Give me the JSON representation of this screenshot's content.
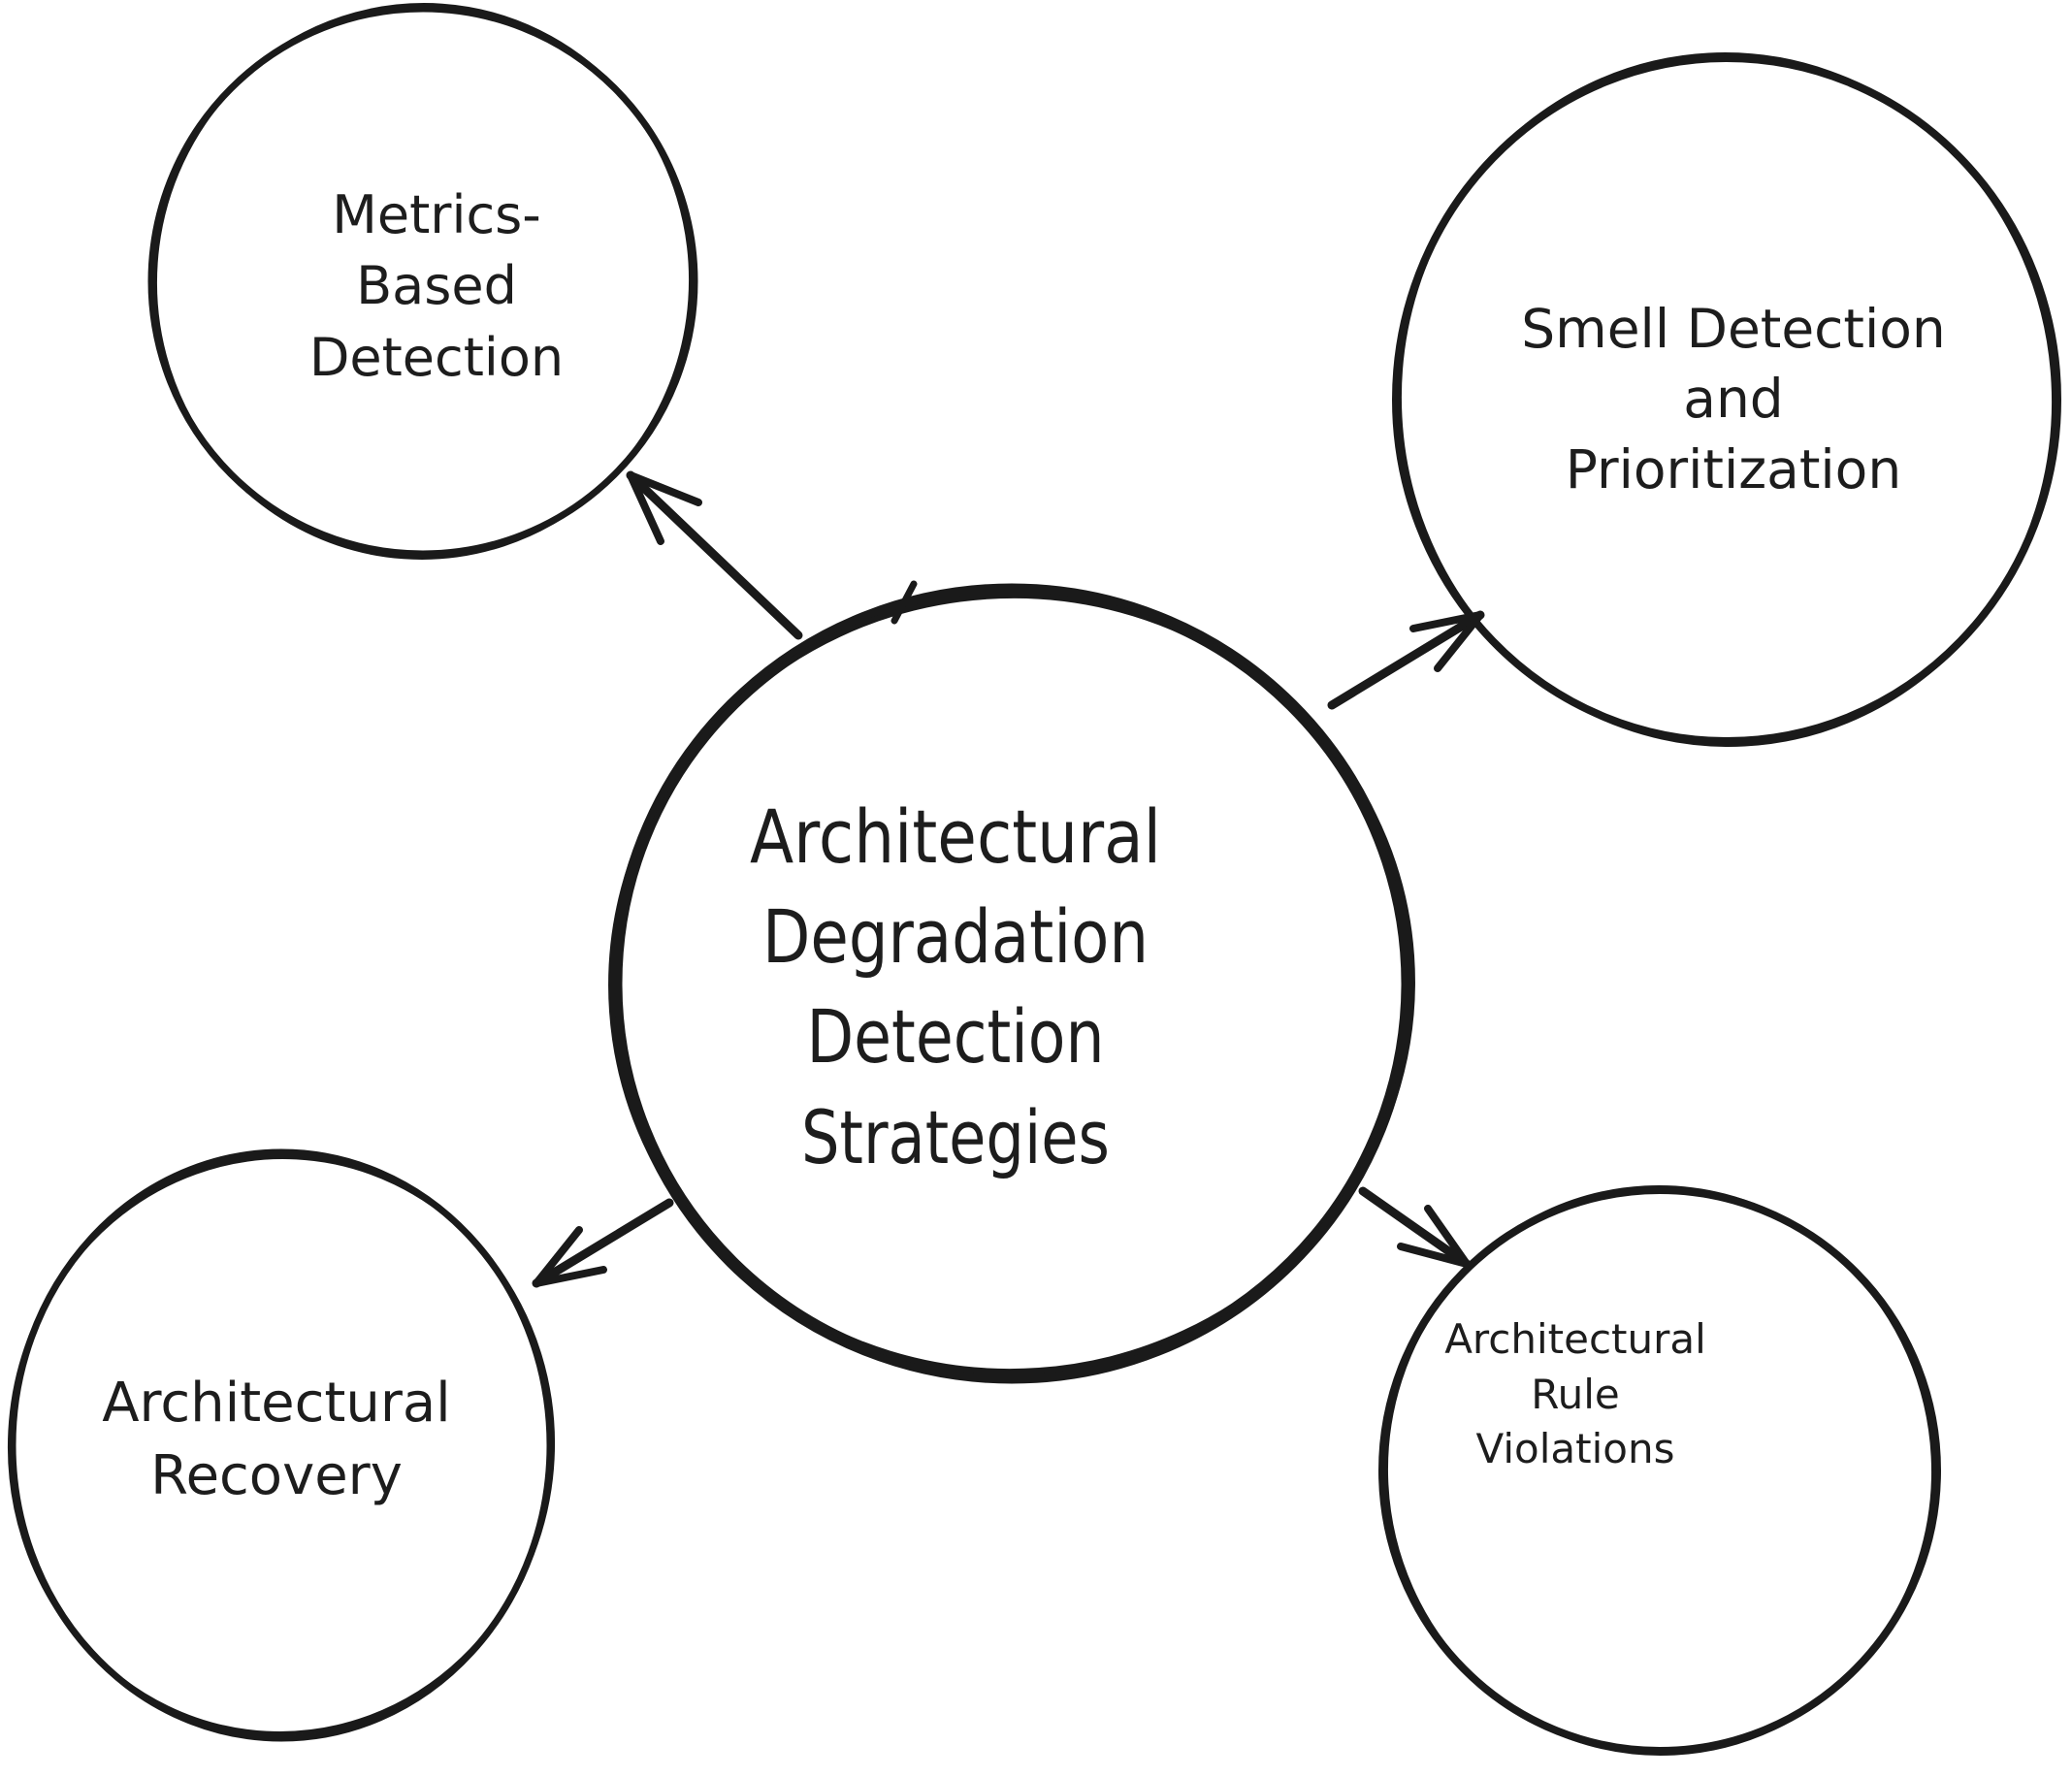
{
  "diagram": {
    "type": "mindmap",
    "background_color": "#ffffff",
    "stroke_color": "#1a1a1a",
    "text_color": "#1d1d1d",
    "center_node": {
      "label": "Architectural Degradation Detection Strategies",
      "lines": [
        "Architectural",
        "Degradation",
        "Detection",
        "Strategies"
      ]
    },
    "branch_nodes": [
      {
        "id": "metrics-based-detection",
        "position": "top-left",
        "label": "Metrics-Based Detection",
        "lines": [
          "Metrics-",
          "Based",
          "Detection"
        ]
      },
      {
        "id": "smell-detection-and-prioritization",
        "position": "top-right",
        "label": "Smell Detection and Prioritization",
        "lines": [
          "Smell Detection",
          "and",
          "Prioritization"
        ]
      },
      {
        "id": "architectural-recovery",
        "position": "bottom-left",
        "label": "Architectural Recovery",
        "lines": [
          "Architectural",
          "Recovery"
        ]
      },
      {
        "id": "architectural-rule-violations",
        "position": "bottom-right",
        "label": "Architectural Rule Violations",
        "lines": [
          "Architectural",
          "Rule",
          "Violations"
        ]
      }
    ],
    "edges": [
      {
        "from": "center",
        "to": "metrics-based-detection"
      },
      {
        "from": "center",
        "to": "smell-detection-and-prioritization"
      },
      {
        "from": "center",
        "to": "architectural-recovery"
      },
      {
        "from": "center",
        "to": "architectural-rule-violations"
      }
    ]
  }
}
